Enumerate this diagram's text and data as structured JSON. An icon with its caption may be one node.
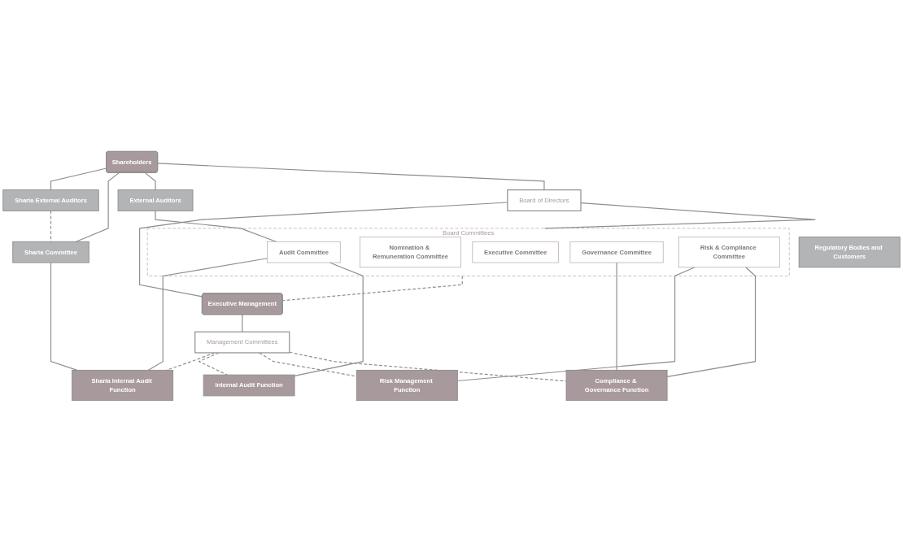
{
  "diagram": {
    "nodes": [
      {
        "text": [
          "Shareholders"
        ]
      },
      {
        "text": [
          "Sharia External Auditors"
        ]
      },
      {
        "text": [
          "Sharia Committee"
        ]
      },
      {
        "text": [
          "Board of Directors"
        ]
      },
      {
        "text": [
          "Board Committees"
        ]
      },
      {
        "text": [
          "External Auditors"
        ]
      },
      {
        "text": [
          "Audit Committee"
        ],
        "in": 4
      },
      {
        "text": [
          "Executive Committee"
        ],
        "in": 4
      },
      {
        "text": [
          "Governance Committee"
        ],
        "in": 4
      },
      {
        "text": [
          "Nomination & Remuneration Committee"
        ],
        "in": 4
      },
      {
        "text": [
          "Risk & Compliance Committee"
        ],
        "in": 4
      },
      {
        "text": [
          "Executive Management"
        ]
      },
      {
        "text": [
          "Management Committees"
        ]
      },
      {
        "text": [
          "Sharia Internal Audit Function"
        ]
      },
      {
        "text": [
          "Internal Audit Function"
        ]
      },
      {
        "text": [
          "Risk Management Function"
        ]
      },
      {
        "text": [
          "Compliance & Governance Function"
        ]
      },
      {
        "text": [
          "Regulatory Bodies and Customers"
        ]
      }
    ],
    "edges": [
      {
        "from": 0,
        "to": 1,
        "arrow": "none"
      },
      {
        "from": 0,
        "to": 2,
        "arrow": "none"
      },
      {
        "from": 0,
        "to": 5,
        "arrow": "none"
      },
      {
        "from": 0,
        "to": 3,
        "arrow": "none"
      },
      {
        "from": 1,
        "to": 2,
        "arrow": "none",
        "style": "dashed"
      },
      {
        "from": 2,
        "to": 13,
        "arrow": "none"
      },
      {
        "from": 3,
        "to": 4,
        "arrow": "none"
      },
      {
        "from": 3,
        "to": 11,
        "arrow": "none"
      },
      {
        "from": 5,
        "to": 6,
        "arrow": "none"
      },
      {
        "from": 6,
        "to": 13,
        "arrow": "none"
      },
      {
        "from": 6,
        "to": 14,
        "arrow": "none"
      },
      {
        "from": 8,
        "to": 16,
        "arrow": "none"
      },
      {
        "from": 10,
        "to": 15,
        "arrow": "none"
      },
      {
        "from": 10,
        "to": 16,
        "arrow": "none"
      },
      {
        "from": 4,
        "to": 11,
        "arrow": "none",
        "style": "dashed"
      },
      {
        "from": 11,
        "to": 12,
        "arrow": "none"
      },
      {
        "from": 12,
        "to": 13,
        "arrow": "none",
        "style": "dashed"
      },
      {
        "from": 12,
        "to": 14,
        "arrow": "none",
        "style": "dashed"
      },
      {
        "from": 12,
        "to": 15,
        "arrow": "none",
        "style": "dashed"
      },
      {
        "from": 12,
        "to": 16,
        "arrow": "none",
        "style": "dashed"
      }
    ]
  }
}
